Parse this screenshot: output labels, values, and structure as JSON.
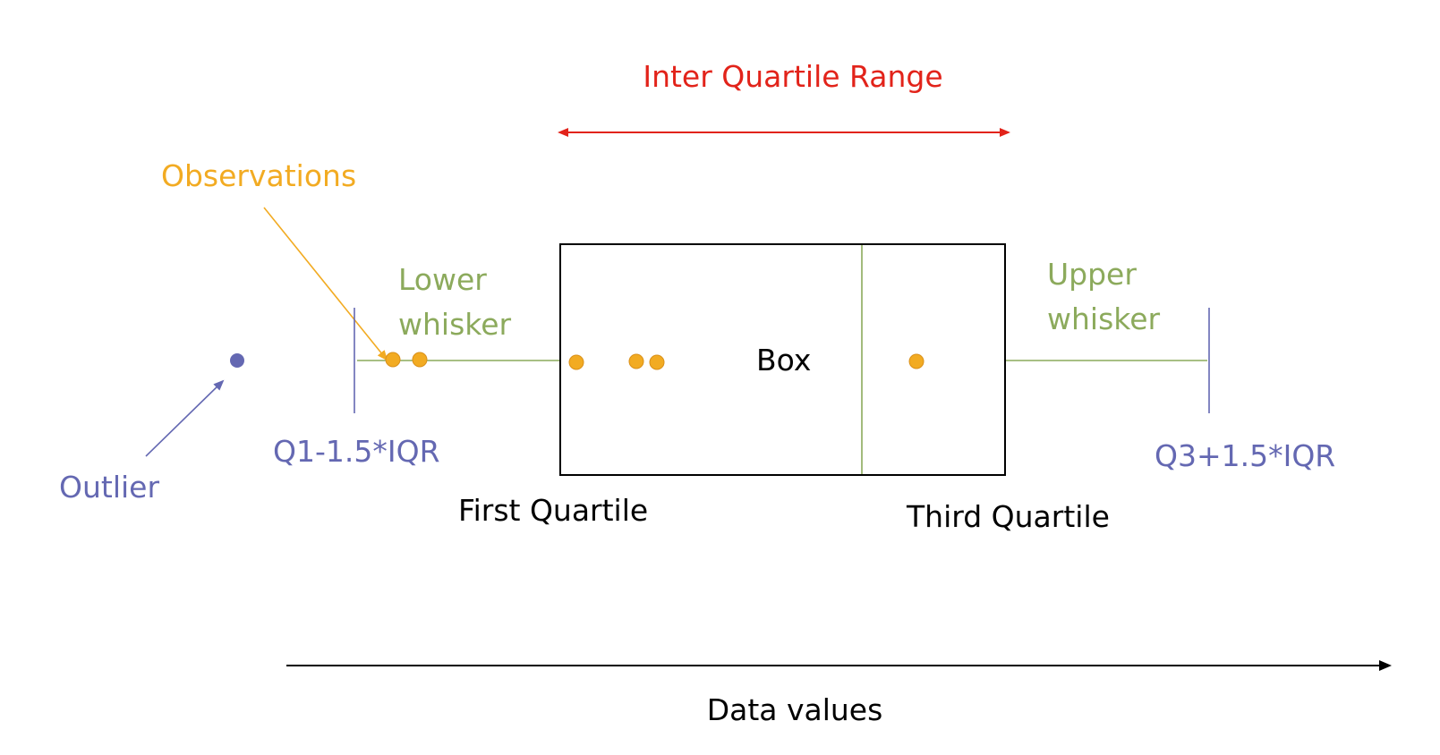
{
  "colors": {
    "iqr": "#e2231a",
    "observation": "#f2ab22",
    "observation_stroke": "#d9901a",
    "whisker": "#8caa5c",
    "outlier": "#6468b2",
    "text": "#000000"
  },
  "labels": {
    "iqr": "Inter Quartile Range",
    "observations": "Observations",
    "lower_whisker_line1": "Lower",
    "lower_whisker_line2": "whisker",
    "upper_whisker_line1": "Upper",
    "upper_whisker_line2": "whisker",
    "box": "Box",
    "lower_fence": "Q1-1.5*IQR",
    "upper_fence": "Q3+1.5*IQR",
    "outlier": "Outlier",
    "first_quartile": "First Quartile",
    "third_quartile": "Third Quartile",
    "axis": "Data values"
  }
}
